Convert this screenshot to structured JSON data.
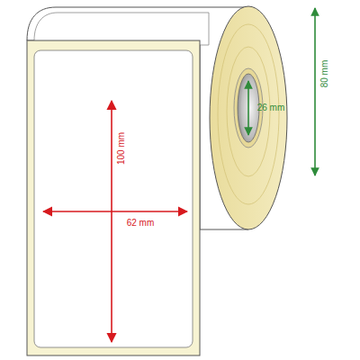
{
  "diagram": {
    "labels": [
      "100 mm",
      "62 mm",
      "26 mm",
      "80 mm"
    ]
  }
}
